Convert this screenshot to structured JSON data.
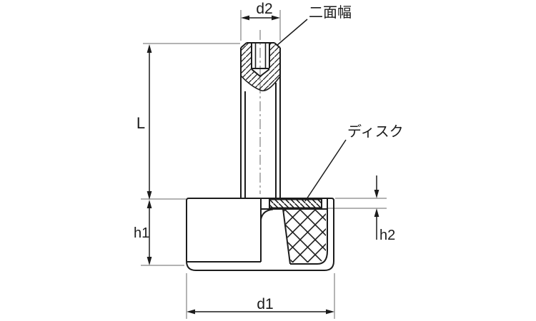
{
  "drawing": {
    "kind": "technical-section-drawing",
    "subject": "adjuster-leveling-foot",
    "labels": {
      "d2": "d2",
      "width_across_flats": "二面幅",
      "L": "L",
      "disk": "ディスク",
      "h1": "h1",
      "h2": "h2",
      "d1": "d1"
    },
    "colors": {
      "line": "#1c1c1c",
      "extension": "#9a9a9a",
      "background": "#ffffff"
    }
  }
}
